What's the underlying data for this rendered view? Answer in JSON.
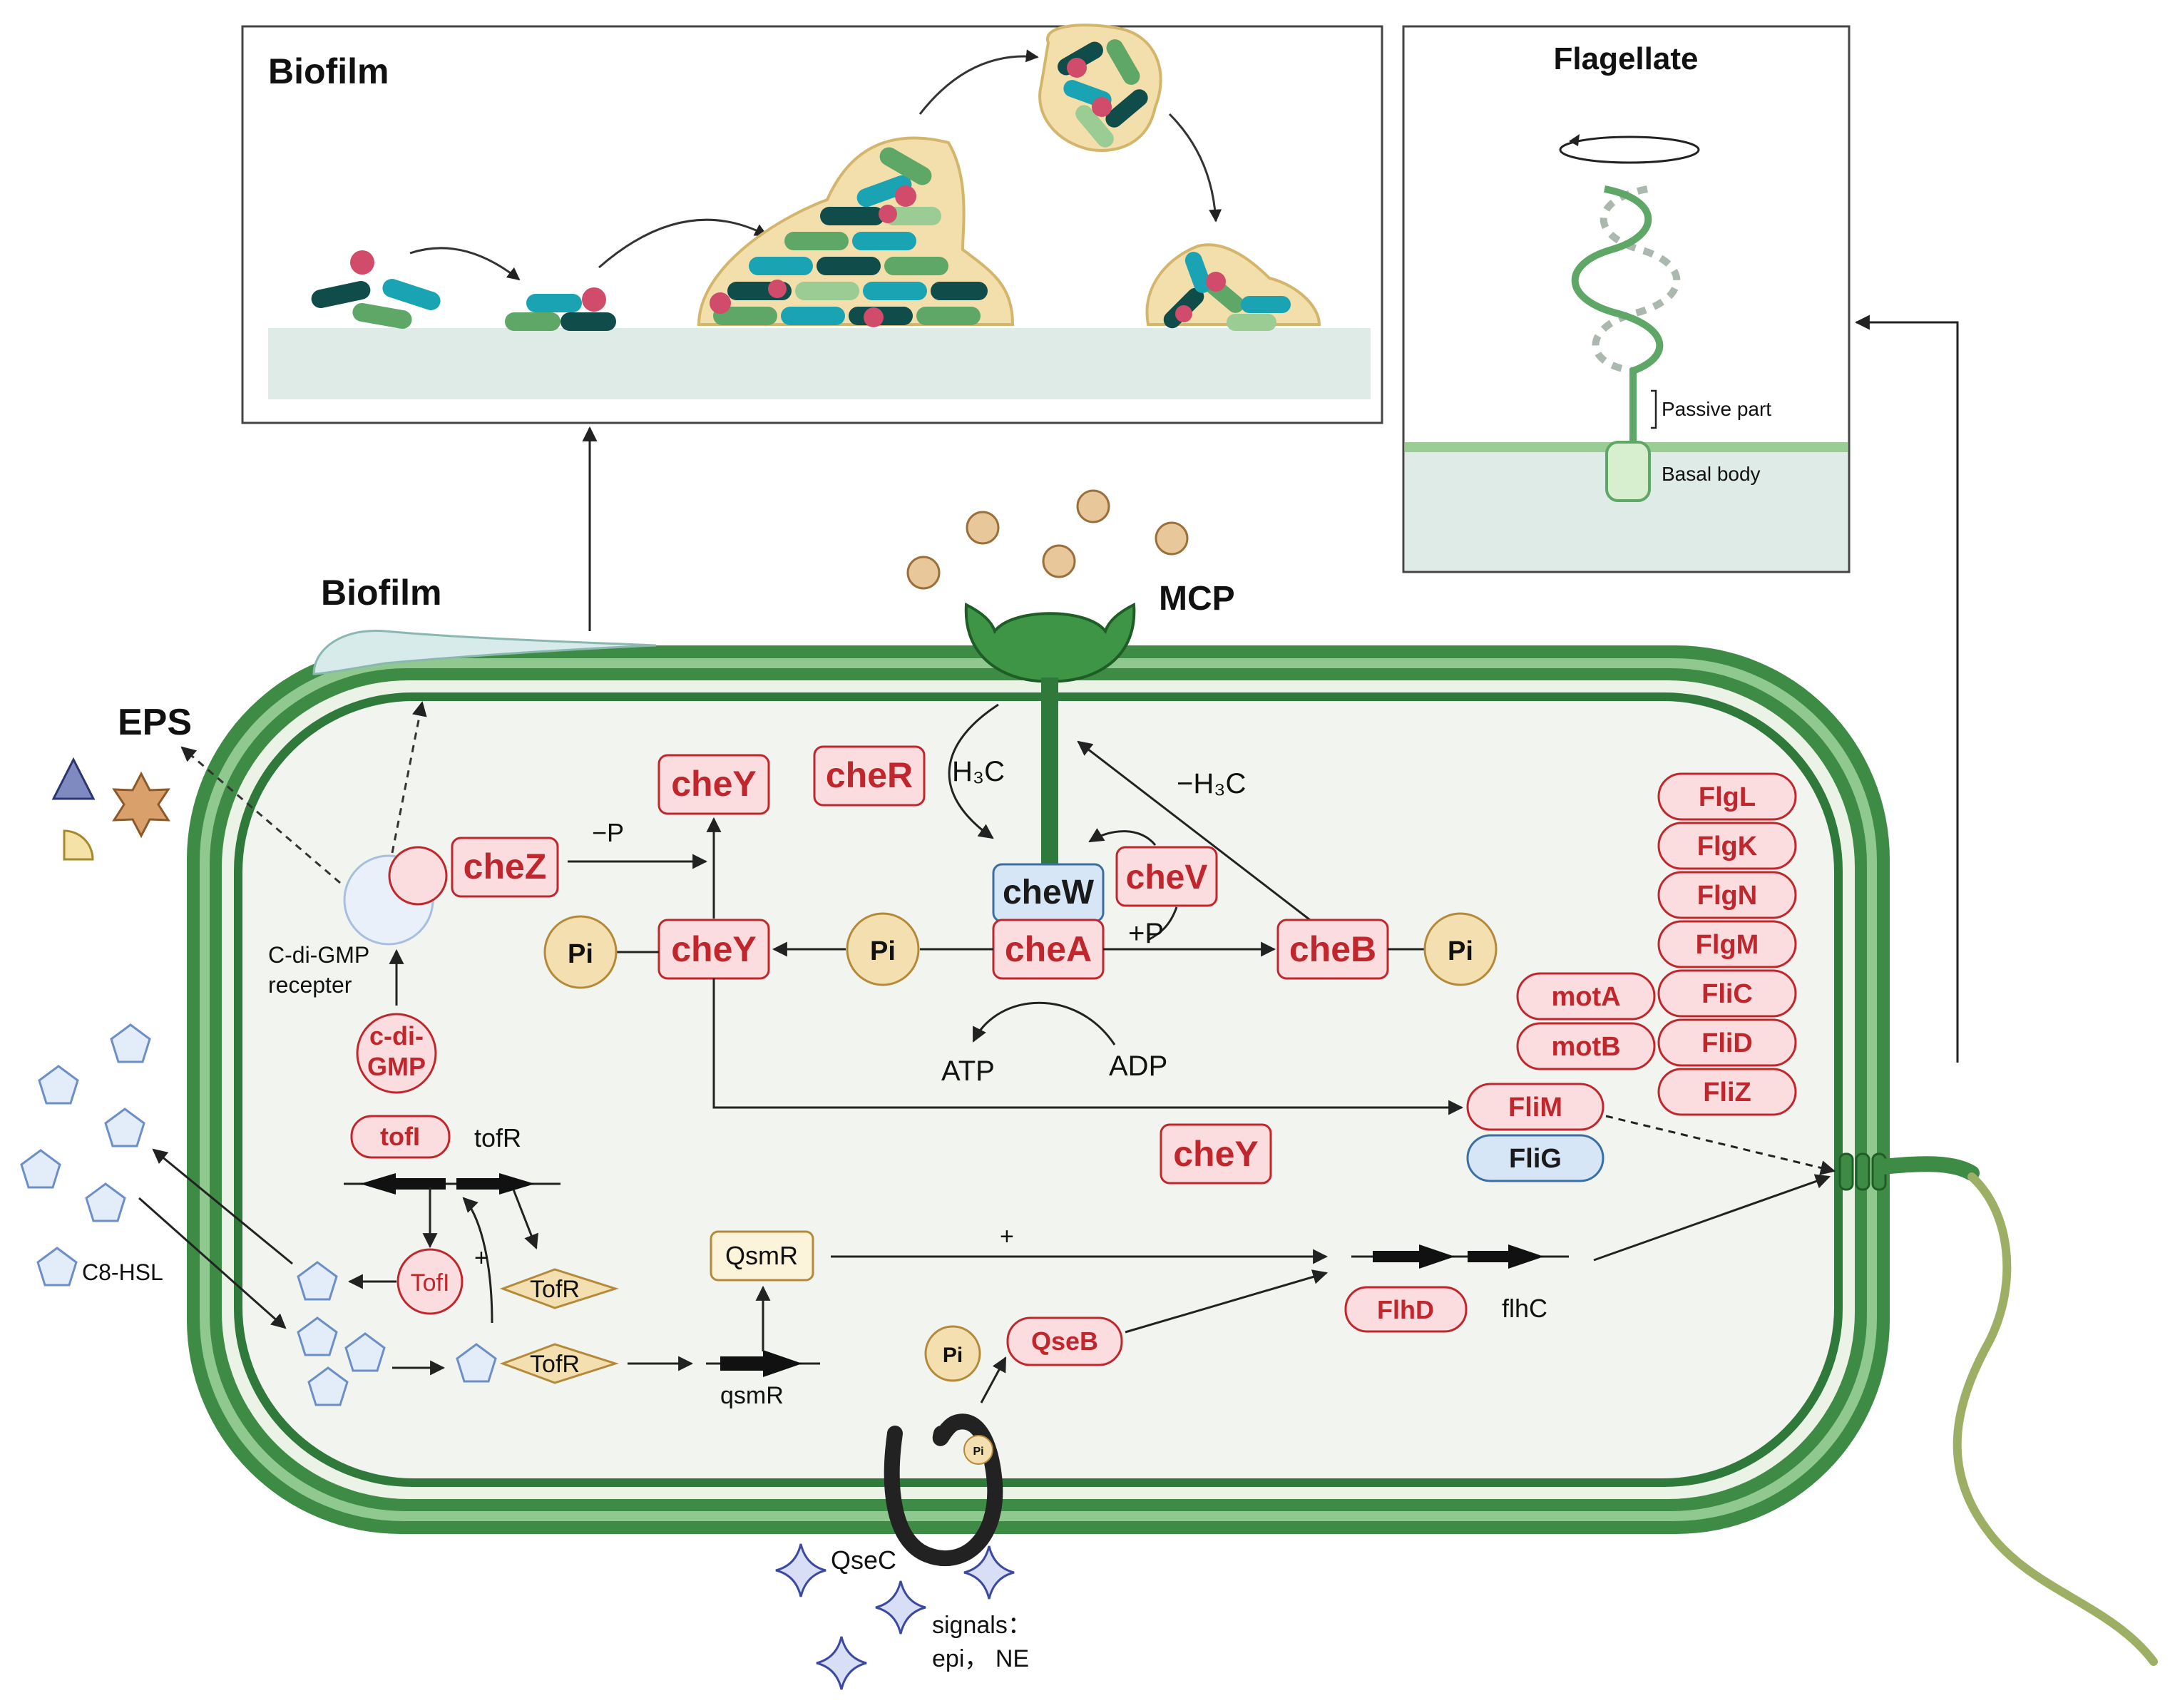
{
  "biofilm_panel": {
    "title": "Biofilm"
  },
  "flagellate_panel": {
    "title": "Flagellate",
    "passive_label": "Passive part",
    "basal_label": "Basal body"
  },
  "labels": {
    "biofilm": "Biofilm",
    "mcp": "MCP",
    "eps": "EPS",
    "c8hsl": "C8-HSL",
    "cdigmp_receptor_1": "C-di-GMP",
    "cdigmp_receptor_2": "recepter",
    "tofR_gene": "tofR",
    "qsmR_gene": "qsmR",
    "flhC": "flhC",
    "qseC": "QseC",
    "signals_1": "signals：",
    "signals_2": "epi， NE",
    "atp": "ATP",
    "adp": "ADP",
    "h3c": "H₃C",
    "minus_h3c": "−H₃C",
    "minus_p": "−P",
    "plus_p": "+P",
    "plus_1": "+",
    "plus_2": "+",
    "pi": "Pi"
  },
  "proteins": {
    "cheY_top": "cheY",
    "cheR": "cheR",
    "cheZ": "cheZ",
    "cheW": "cheW",
    "cheV": "cheV",
    "cheY_mid": "cheY",
    "cheA": "cheA",
    "cheB": "cheB",
    "cheY_free": "cheY",
    "cdigmp_1": "c-di-",
    "cdigmp_2": "GMP",
    "tofI_gene": "tofI",
    "tofI_prot": "TofI",
    "tofR_prot_1": "TofR",
    "tofR_prot_2": "TofR",
    "qsmR_prot": "QsmR",
    "qseB": "QseB",
    "flhD": "FlhD",
    "fliM": "FliM",
    "fliG": "FliG",
    "motA": "motA",
    "motB": "motB",
    "flg_stack": [
      "FlgL",
      "FlgK",
      "FlgN",
      "FlgM",
      "FliC",
      "FliD",
      "FliZ"
    ]
  },
  "colors": {
    "membrane": "#3d8b45",
    "cytoplasm": "#f2f5ef",
    "protein_fill": "#fbdde0",
    "protein_stroke": "#c0272d",
    "pi_fill": "#f4dfb0",
    "hsl": "#a9c8ee",
    "surface": "#dfebe6"
  }
}
